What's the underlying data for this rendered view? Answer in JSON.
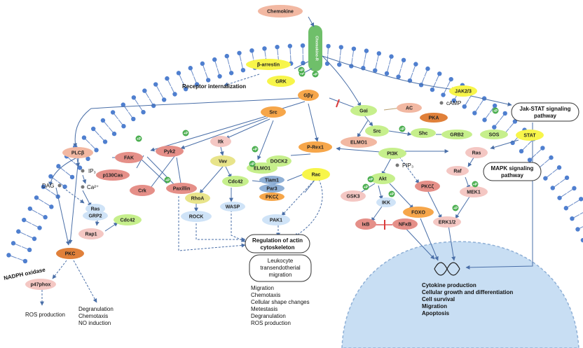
{
  "colors": {
    "salmon": "#f2b8a2",
    "green": "#c6ef8c",
    "yellow": "#f7f54a",
    "red": "#e58f88",
    "blue": "#cfe3f7",
    "orange": "#f6a64a",
    "darkorange": "#e0803a",
    "pink": "#f4c7c3",
    "khaki": "#e8e48a",
    "steel": "#8fb0d6",
    "receptor": "#6fbf6a",
    "membrane": "#4f7fcf",
    "nucleus": "#c8def3",
    "arrow": "#4a6fa8",
    "inhibit": "#d93a3a",
    "plus": "#4caf50"
  },
  "nodes": {
    "chemokine": "Chemokine",
    "chemokine_r": "Chemokine-R",
    "b_arrestin": "β-arrestin",
    "grk": "GRK",
    "gby": "Gβγ",
    "src1": "Src",
    "gai": "Gαi",
    "ac": "AC",
    "pka": "PKA",
    "jak": "JAK2/3",
    "stat": "STAT",
    "plcb": "PLCβ",
    "fak": "FAK",
    "pyk2": "Pyk2",
    "itk": "Itk",
    "elmo1a": "ELMO1",
    "p130cas": "p130Cas",
    "crk": "Crk",
    "paxillin": "Paxillin",
    "vav": "Vav",
    "cdc42a": "Cdc42",
    "dock2": "DOCK2",
    "elmo1b": "ELMO1",
    "prex1": "P-Rex1",
    "src2": "Src",
    "shc": "Shc",
    "grb2": "GRB2",
    "sos": "SOS",
    "ras1": "Ras",
    "raf": "Raf",
    "mek1": "MEK1",
    "erk": "ERK1/2",
    "pi3k": "PI3K",
    "akt": "Akt",
    "pkcz1": "PKCζ",
    "gsk3": "GSK3",
    "ikk": "IKK",
    "foxo": "FOXO",
    "ikb": "IκB",
    "nfkb": "NFκB",
    "rac": "Rac",
    "tiam1": "Tiam1",
    "par3": "Par3",
    "pkcz2": "PKCζ",
    "rhoa": "RhoA",
    "rock": "ROCK",
    "wasp": "WASP",
    "pak1": "PAK1",
    "ras2": "Ras",
    "grp2": "GRP2",
    "rap1": "Rap1",
    "cdc42b": "Cdc42",
    "pkc": "PKC",
    "p47phox": "p47phox"
  },
  "labels": {
    "receptor_internalization": "Receptor  internalization",
    "camp": "cAMP",
    "pip3": "PIP₃",
    "ip3": "IP₃",
    "ca": "Ca²⁺",
    "dag": "DAG",
    "nadph": "NADPH  oxidase",
    "ros": "ROS production",
    "degran": [
      "Degranulation",
      "Chemotaxis",
      "NO induction"
    ],
    "regulation": [
      "Regulation of actin",
      "cytoskeleton"
    ],
    "leukocyte": [
      "Leukocyte",
      "transendotherial",
      "migration"
    ],
    "outcomes": [
      "Migration",
      "Chemotaxis",
      "Cellular shape changes",
      "Metestasis",
      "Degranulation",
      "ROS production"
    ],
    "jakstat": [
      "Jak-STAT signaling",
      "pathway"
    ],
    "mapk": [
      "MAPK signaling",
      "pathway"
    ],
    "nucleus_list": [
      "Cytokine production",
      "Cellular growth and differentiation",
      "Cell survival",
      "Migration",
      "Apoptosis"
    ],
    "plus": "+P"
  }
}
